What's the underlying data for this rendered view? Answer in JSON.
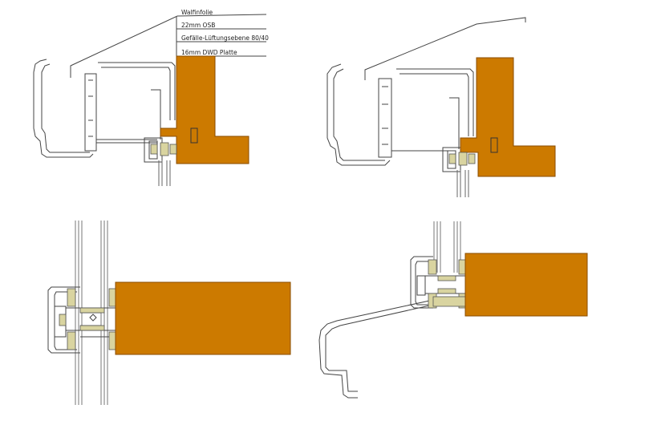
{
  "layer_labels": {
    "l1": "Walfinfolie",
    "l2": "22mm OSB",
    "l3": "Gefälle-Lüftungsebene 80/40",
    "l4": "16mm DWD Platte"
  },
  "colors": {
    "timber": "#cc7a00",
    "timber_edge": "#8a4c00",
    "metal_line": "#444444",
    "gasket": "#d9d4a0",
    "glass": "#9a9a9a",
    "background": "#ffffff"
  }
}
